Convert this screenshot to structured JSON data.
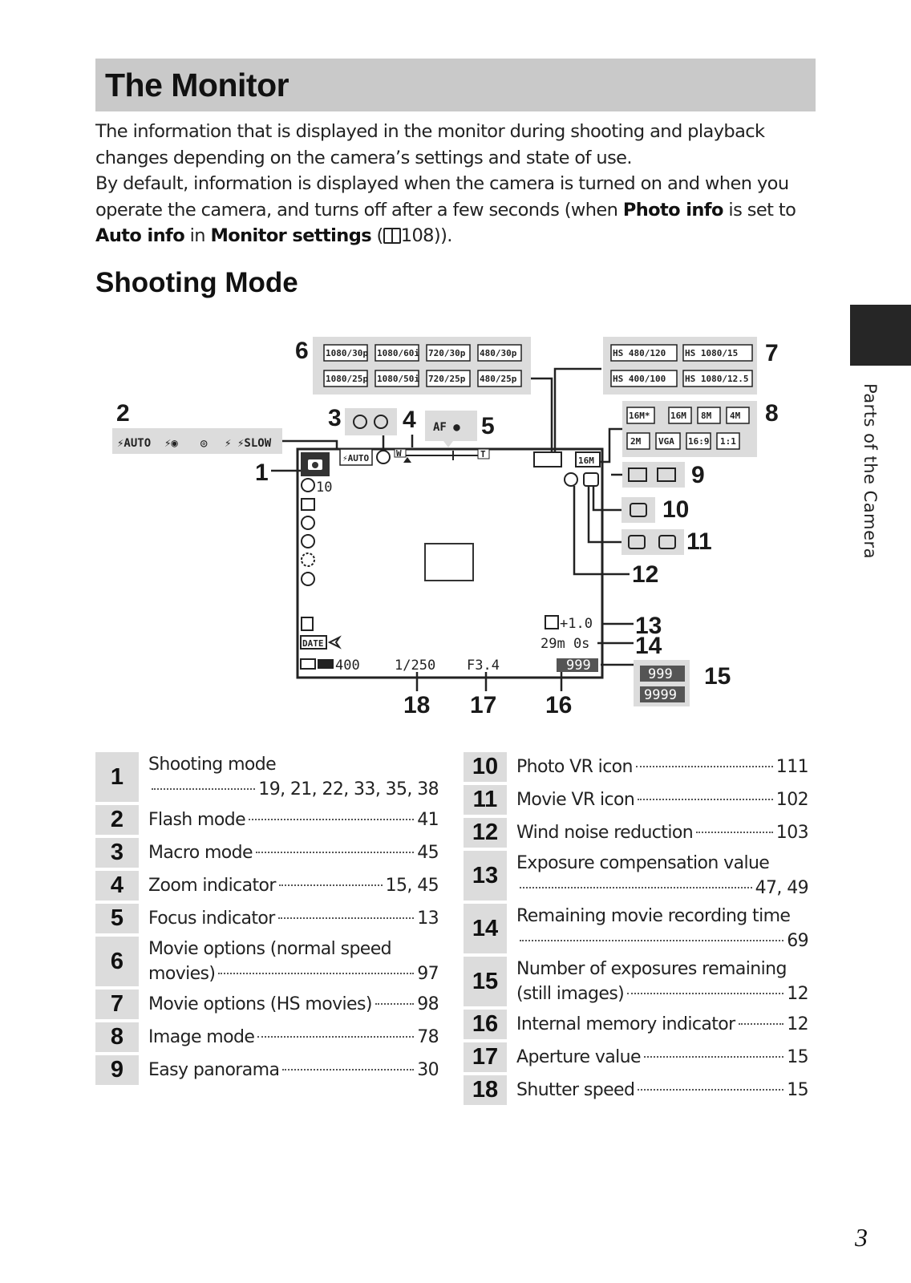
{
  "title": "The Monitor",
  "intro": {
    "p1": "The information that is displayed in the monitor during shooting and playback changes depending on the camera’s settings and state of use.",
    "p2_a": "By default, information is displayed when the camera is turned on and when you operate the camera, and turns off after a few seconds (when ",
    "p2_b1": "Photo info",
    "p2_c": " is set to ",
    "p2_b2": "Auto info",
    "p2_d": " in ",
    "p2_b3": "Monitor settings",
    "p2_e": " (",
    "p2_ref": "108",
    "p2_f": "))."
  },
  "section_heading": "Shooting Mode",
  "side_label": "Parts of the Camera",
  "page_number": "3",
  "diagram": {
    "callouts": [
      "1",
      "2",
      "3",
      "4",
      "5",
      "6",
      "7",
      "8",
      "9",
      "10",
      "11",
      "12",
      "13",
      "14",
      "15",
      "16",
      "17",
      "18"
    ],
    "movie_options": [
      "1080/30p",
      "1080/60i",
      "720/30p",
      "480/30p",
      "1080/25p",
      "1080/50i",
      "720/25p",
      "480/25p"
    ],
    "hs_options": [
      "HS 480/120",
      "HS 1080/15",
      "HS 400/100",
      "HS 1080/12.5"
    ],
    "image_modes": [
      "16M*",
      "16M",
      "8M",
      "4M",
      "2M",
      "VGA",
      "16:9",
      "1:1"
    ],
    "flash_modes": [
      "⚡AUTO",
      "⚡◉",
      "◎",
      "⚡",
      "⚡SLOW"
    ],
    "focus_label": "AF ●",
    "monitor": {
      "self_timer": "10",
      "exposure_comp": "+1.0",
      "remaining_time": "29m 0s",
      "exposures": "999",
      "iso": "400",
      "shutter": "1/250",
      "aperture": "F3.4",
      "res_badge": "16M",
      "zoom_w": "W",
      "zoom_t": "T",
      "date_label": "DATE"
    },
    "exposures_box": [
      "999",
      "9999"
    ]
  },
  "index_left": [
    {
      "num": "1",
      "line1": "Shooting mode",
      "pages": "19, 21, 22, 33, 35, 38",
      "wrap": true
    },
    {
      "num": "2",
      "line1": "Flash mode",
      "pages": "41",
      "wrap": false
    },
    {
      "num": "3",
      "line1": "Macro mode",
      "pages": "45",
      "wrap": false
    },
    {
      "num": "4",
      "line1": "Zoom indicator",
      "pages": "15, 45",
      "wrap": false
    },
    {
      "num": "5",
      "line1": "Focus indicator",
      "pages": "13",
      "wrap": false
    },
    {
      "num": "6",
      "line1": "Movie options (normal speed",
      "line2": "movies)",
      "pages": "97",
      "wrap": "text"
    },
    {
      "num": "7",
      "line1": "Movie options (HS movies)",
      "pages": "98",
      "wrap": false
    },
    {
      "num": "8",
      "line1": "Image mode",
      "pages": "78",
      "wrap": false
    },
    {
      "num": "9",
      "line1": "Easy panorama",
      "pages": "30",
      "wrap": false
    }
  ],
  "index_right": [
    {
      "num": "10",
      "line1": "Photo VR icon",
      "pages": "111",
      "wrap": false
    },
    {
      "num": "11",
      "line1": "Movie VR icon",
      "pages": "102",
      "wrap": false
    },
    {
      "num": "12",
      "line1": "Wind noise reduction",
      "pages": "103",
      "wrap": false
    },
    {
      "num": "13",
      "line1": "Exposure compensation value",
      "pages": "47, 49",
      "wrap": true
    },
    {
      "num": "14",
      "line1": "Remaining movie recording time",
      "pages": "69",
      "wrap": true
    },
    {
      "num": "15",
      "line1": "Number of exposures remaining",
      "line2": "(still images)",
      "pages": "12",
      "wrap": "text"
    },
    {
      "num": "16",
      "line1": "Internal memory indicator",
      "pages": "12",
      "wrap": false
    },
    {
      "num": "17",
      "line1": "Aperture value",
      "pages": "15",
      "wrap": false
    },
    {
      "num": "18",
      "line1": "Shutter speed",
      "pages": "15",
      "wrap": false
    }
  ]
}
